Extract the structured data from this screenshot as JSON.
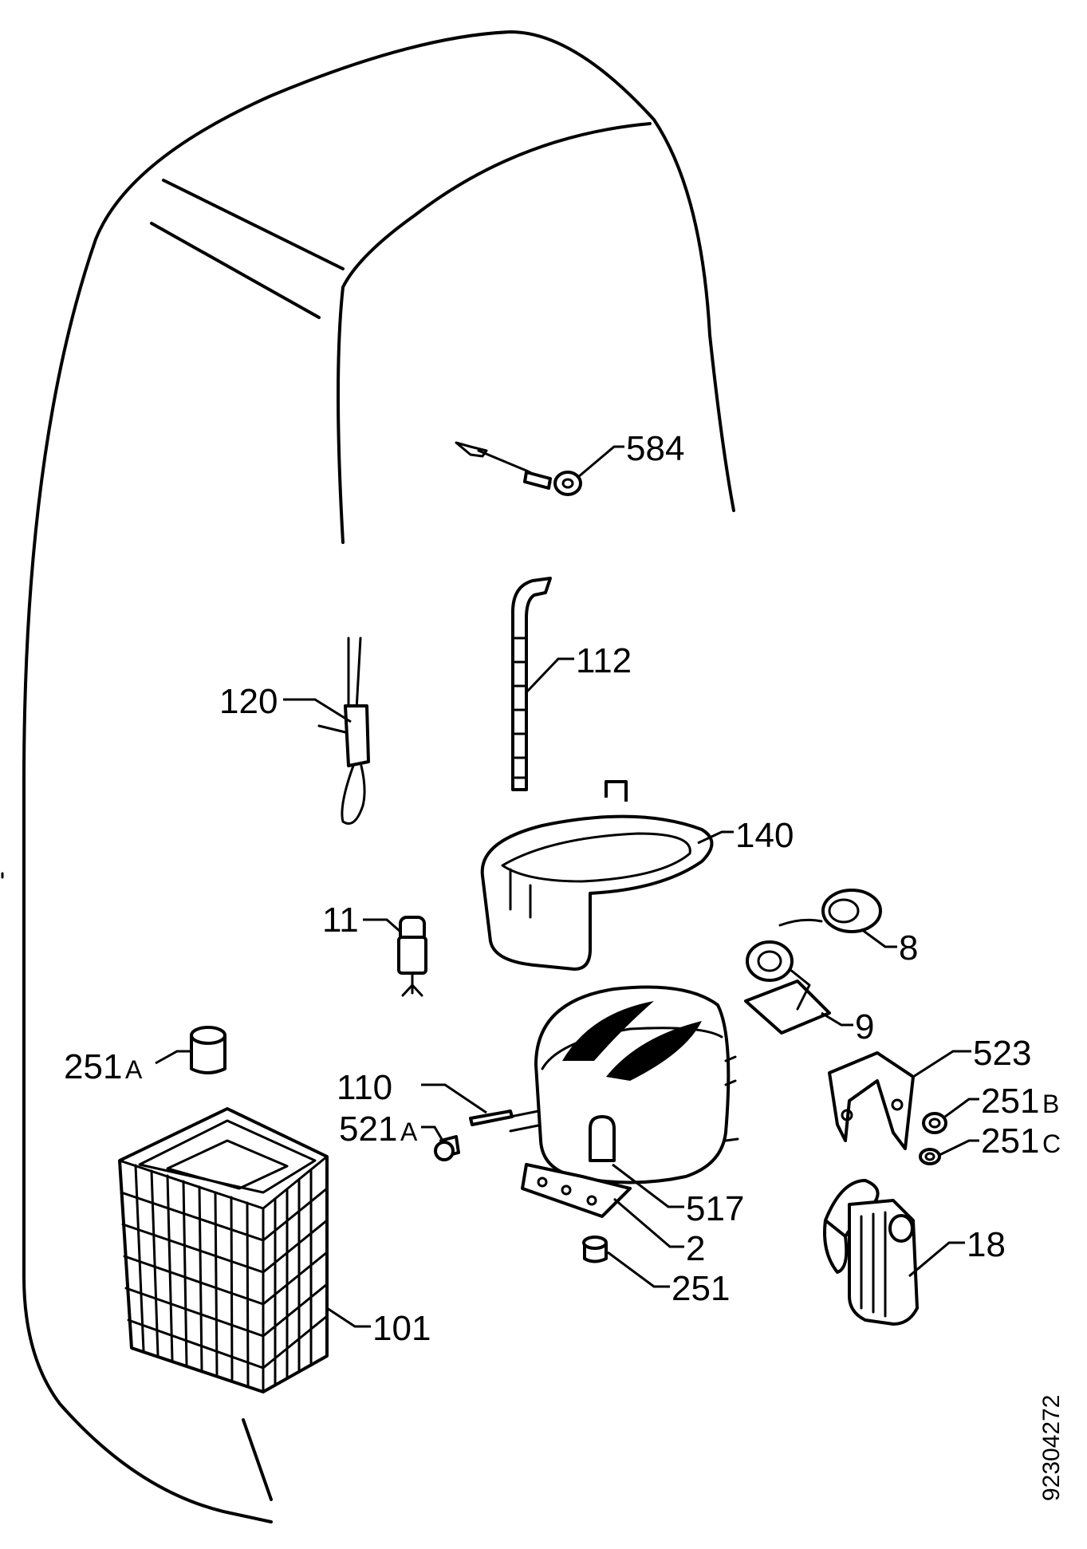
{
  "diagram": {
    "document_code": "92304272",
    "labels": {
      "p584": "584",
      "p112": "112",
      "p120": "120",
      "p140": "140",
      "p11": "11",
      "p8": "8",
      "p9": "9",
      "p251a_num": "251",
      "p251a_suf": "A",
      "p523": "523",
      "p110": "110",
      "p521a_num": "521",
      "p521a_suf": "A",
      "p251b_num": "251",
      "p251b_suf": "B",
      "p251c_num": "251",
      "p251c_suf": "C",
      "p517": "517",
      "p2": "2",
      "p18": "18",
      "p251": "251",
      "p101": "101"
    }
  }
}
